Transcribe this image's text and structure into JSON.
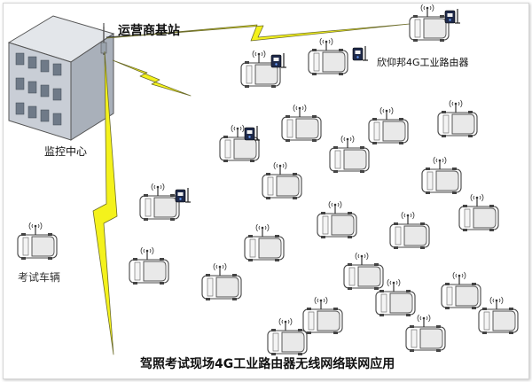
{
  "labels": {
    "base_station": "运营商基站",
    "router": "欣仰邦4G工业路由器",
    "monitor_center": "监控中心",
    "exam_vehicle": "考试车辆",
    "caption": "驾照考试现场4G工业路由器无线网络联网应用"
  },
  "colors": {
    "lightning": "#f4f21c",
    "lightning_edge": "#6d6d2a",
    "building_front": "#c9ced6",
    "building_side": "#a9b0ba",
    "building_top": "#e3e6ea",
    "window": "#6f7a88"
  },
  "icons": {
    "vehicle": "car-topview-icon",
    "router": "router-icon",
    "building": "building-icon",
    "antenna": "antenna-icon"
  }
}
